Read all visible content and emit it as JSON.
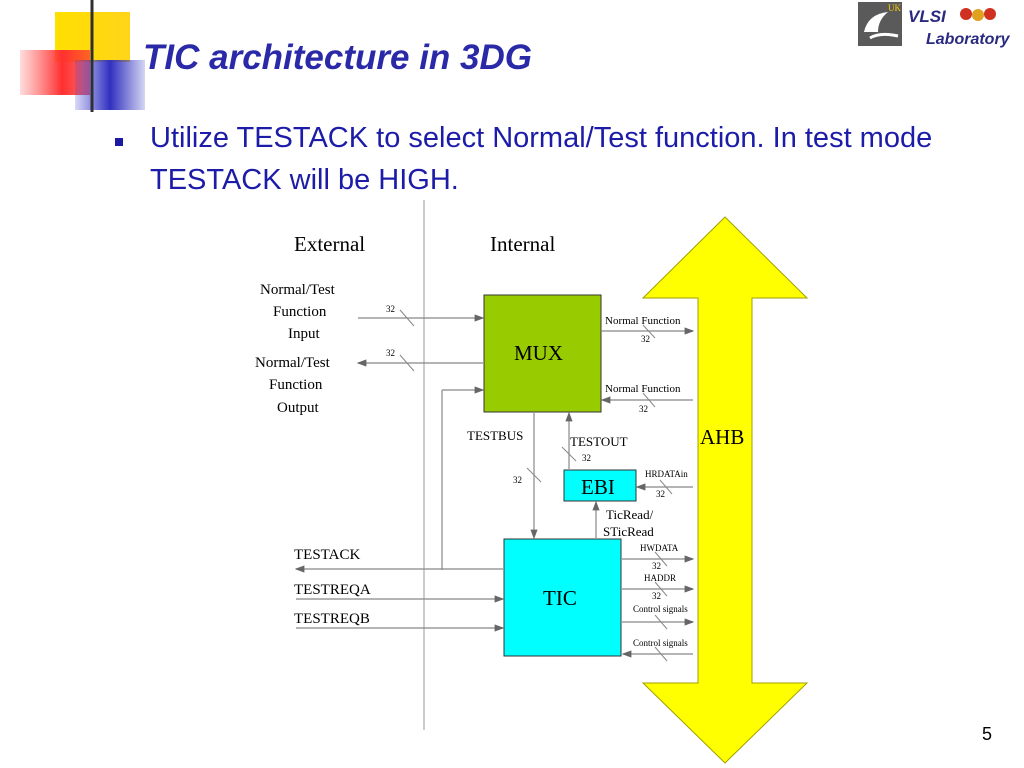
{
  "slide": {
    "title": "TIC architecture in 3DG",
    "bullet": "Utilize TESTACK to select Normal/Test function. In test mode TESTACK will be HIGH.",
    "page_number": "5"
  },
  "logo": {
    "line1": "VLSI",
    "line2": "Laboratory",
    "badge": "UK"
  },
  "diagram": {
    "external_label": "External",
    "internal_label": "Internal",
    "blocks": {
      "mux": "MUX",
      "ebi": "EBI",
      "tic": "TIC",
      "ahb": "AHB"
    },
    "left_io": {
      "input_l1": "Normal/Test",
      "input_l2": "Function",
      "input_l3": "Input",
      "output_l1": "Normal/Test",
      "output_l2": "Function",
      "output_l3": "Output"
    },
    "test_signals": {
      "testack": "TESTACK",
      "testreqa": "TESTREQA",
      "testreqb": "TESTREQB"
    },
    "internal_signals": {
      "testbus": "TESTBUS",
      "testout": "TESTOUT",
      "ticread_l1": "TicRead/",
      "ticread_l2": "STicRead"
    },
    "ahb_signals": {
      "normal_function_1": "Normal Function",
      "normal_function_2": "Normal Function",
      "hrdatain": "HRDATAin",
      "hwdata": "HWDATA",
      "haddr": "HADDR",
      "control_1": "Control signals",
      "control_2": "Control signals"
    },
    "bus_widths": {
      "in": "32",
      "out": "32",
      "nf1": "32",
      "nf2": "32",
      "testbus": "32",
      "testout": "32",
      "hrdatain": "32",
      "hwdata": "32",
      "haddr": "32"
    }
  },
  "colors": {
    "title": "#2a2aa8",
    "mux": "#99cc00",
    "ebi": "#00ffff",
    "tic": "#00ffff",
    "ahb": "#ffff00"
  }
}
